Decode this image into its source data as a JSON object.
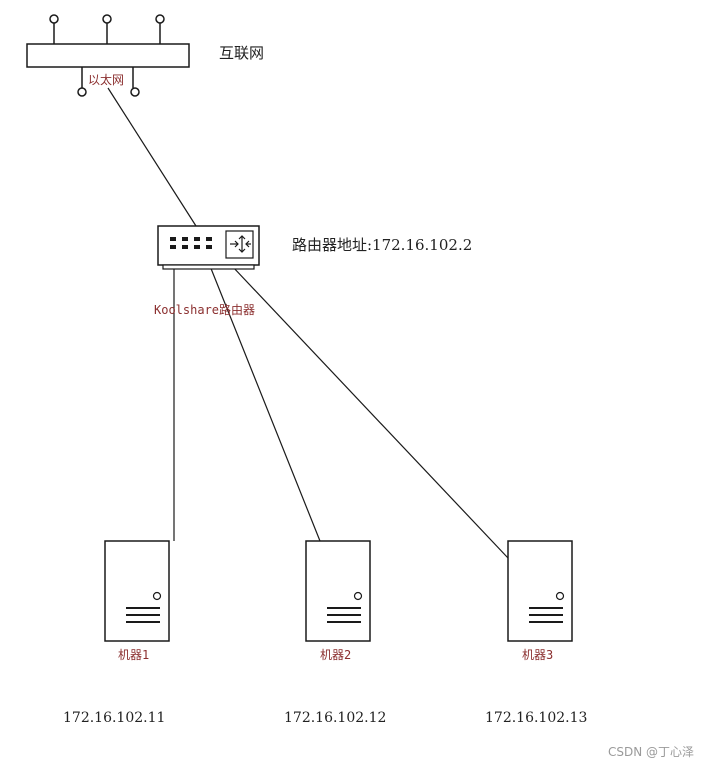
{
  "internet": {
    "label": "互联网",
    "ethernet_label": "以太网"
  },
  "router": {
    "address_label": "路由器地址:172.16.102.2",
    "name_label": "Koolshare路由器"
  },
  "machines": [
    {
      "name": "机器1",
      "ip": "172.16.102.11"
    },
    {
      "name": "机器2",
      "ip": "172.16.102.12"
    },
    {
      "name": "机器3",
      "ip": "172.16.102.13"
    }
  ],
  "watermark": "CSDN @丁心泽",
  "colors": {
    "line": "#1a1a1a",
    "label_accent": "#8b2f2f",
    "watermark": "#9a9a9a"
  },
  "icons": {
    "internet": "hub-with-antennas-icon",
    "router": "network-switch-icon",
    "machine": "server-tower-icon"
  }
}
